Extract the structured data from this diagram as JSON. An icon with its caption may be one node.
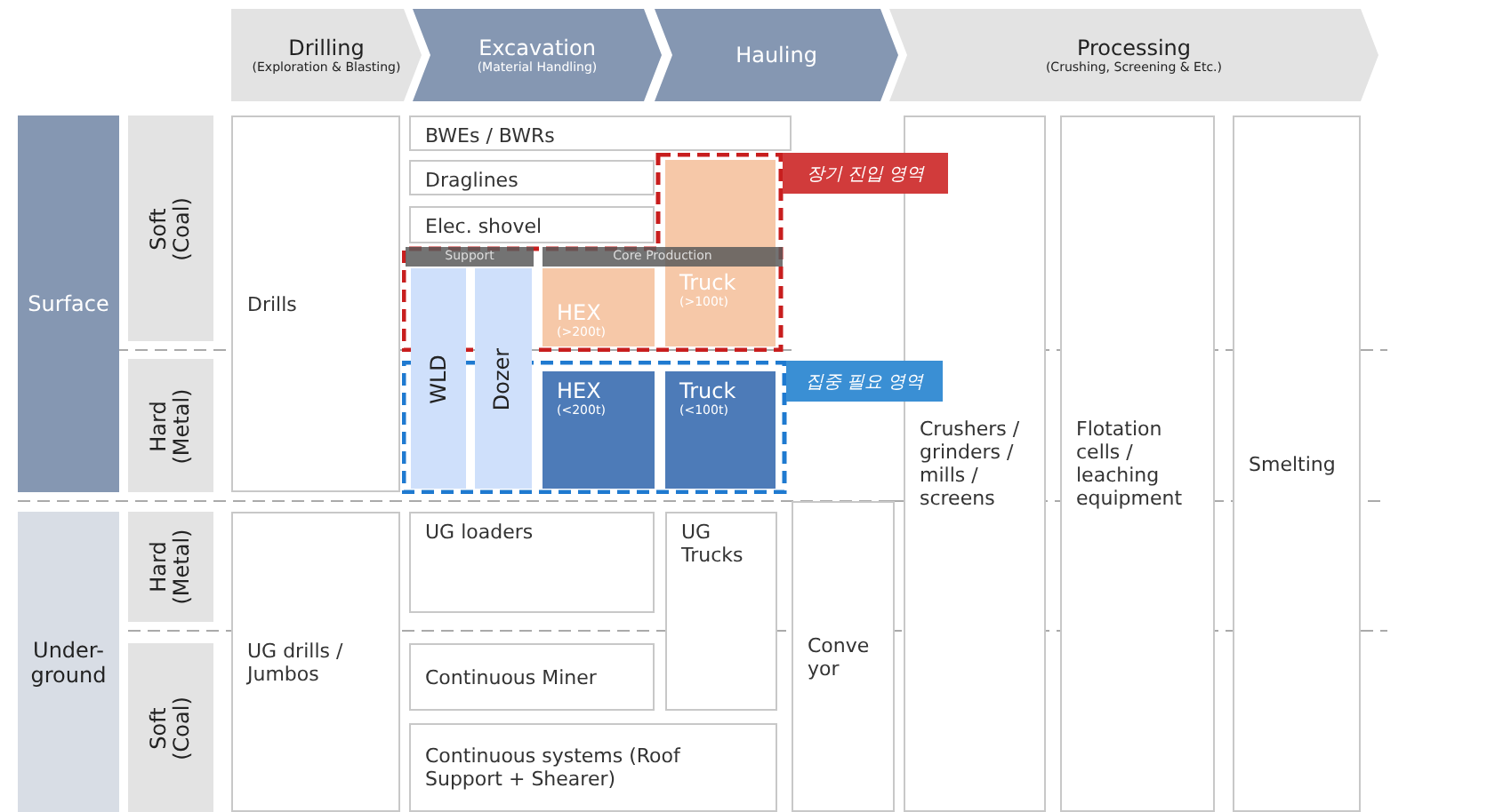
{
  "diagram": {
    "nodes": [
      {
        "text": [
          "Drilling",
          "(Exploration & Blasting)"
        ]
      },
      {
        "text": [
          "Excavation",
          "(Material Handling)"
        ]
      },
      {
        "text": [
          "Hauling"
        ]
      },
      {
        "text": [
          "Processing",
          "(Crushing, Screening & Etc.)"
        ]
      },
      {
        "text": [
          "Surface"
        ]
      },
      {
        "text": [
          "Soft (Coal)"
        ]
      },
      {
        "text": [
          "Drills"
        ]
      },
      {
        "text": [
          "BWEs / BWRs"
        ]
      },
      {
        "text": [
          "Draglines"
        ]
      },
      {
        "text": [
          "Elec. shovel"
        ]
      },
      {
        "text": [
          "장기 진입 영역"
        ]
      },
      {
        "text": [
          "Support"
        ],
        "in": 10
      },
      {
        "text": [
          "Core Production"
        ],
        "in": 10
      },
      {
        "text": [
          "HEX",
          "(>200t)"
        ],
        "in": 10
      },
      {
        "text": [
          "Truck",
          "(>100t)"
        ],
        "in": 10
      },
      {
        "text": [
          "Crushers / grinders / mills / screens"
        ]
      },
      {
        "text": [
          "Flotation cells / leaching equipment"
        ]
      },
      {
        "text": [
          "Smelting"
        ]
      },
      {
        "text": [
          "Hard (Metal)"
        ]
      },
      {
        "text": [
          "집중 필요 영역"
        ]
      },
      {
        "text": [
          "WLD"
        ]
      },
      {
        "text": [
          "Dozer"
        ]
      },
      {
        "text": [
          "HEX",
          "(<200t)"
        ],
        "in": 19
      },
      {
        "text": [
          "Truck",
          "(<100t)"
        ],
        "in": 19
      },
      {
        "text": [
          "Under-ground"
        ]
      },
      {
        "text": [
          "Hard (Metal)"
        ]
      },
      {
        "text": [
          "UG drills / Jumbos"
        ]
      },
      {
        "text": [
          "UG loaders"
        ]
      },
      {
        "text": [
          "UG Trucks"
        ]
      },
      {
        "text": [
          "Conve yor"
        ]
      },
      {
        "text": [
          "Soft (Coal)"
        ]
      },
      {
        "text": [
          "Continuous Miner"
        ]
      },
      {
        "text": [
          "Continuous systems (Roof Support + Shearer)"
        ]
      }
    ],
    "edges": []
  }
}
